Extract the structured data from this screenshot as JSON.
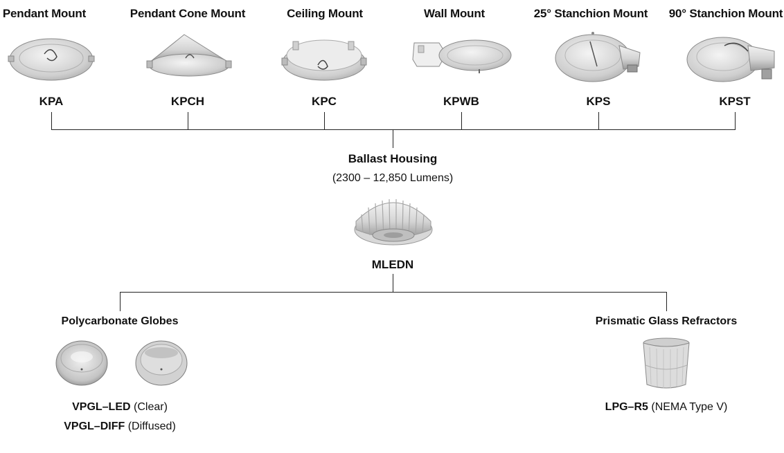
{
  "mounts": [
    {
      "title": "Pendant Mount",
      "code": "KPA",
      "icon": "pendant-mount-fixture"
    },
    {
      "title": "Pendant Cone Mount",
      "code": "KPCH",
      "icon": "pendant-cone-mount-fixture"
    },
    {
      "title": "Ceiling Mount",
      "code": "KPC",
      "icon": "ceiling-mount-fixture"
    },
    {
      "title": "Wall Mount",
      "code": "KPWB",
      "icon": "wall-mount-fixture"
    },
    {
      "title": "25° Stanchion Mount",
      "code": "KPS",
      "icon": "stanchion-25-mount-fixture"
    },
    {
      "title": "90° Stanchion Mount",
      "code": "KPST",
      "icon": "stanchion-90-mount-fixture"
    }
  ],
  "housing": {
    "title": "Ballast Housing",
    "subtitle": "(2300 – 12,850 Lumens)",
    "code": "MLEDN",
    "icon": "led-ballast-housing"
  },
  "globes": {
    "title": "Polycarbonate Globes",
    "items": [
      {
        "code": "VPGL–LED",
        "note": "(Clear)"
      },
      {
        "code": "VPGL–DIFF",
        "note": "(Diffused)"
      }
    ],
    "icon": "polycarbonate-globe"
  },
  "refractors": {
    "title": "Prismatic Glass Refractors",
    "items": [
      {
        "code": "LPG–R5",
        "note": "(NEMA Type V)"
      }
    ],
    "icon": "prismatic-glass-refractor"
  },
  "colors": {
    "line": "#222222",
    "fixture_light": "#e6e6e6",
    "fixture_mid": "#bdbdbd",
    "fixture_dark": "#8c8c8c"
  }
}
